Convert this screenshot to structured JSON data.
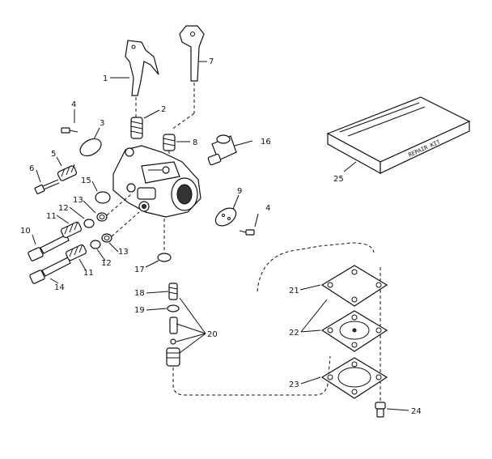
{
  "labels": {
    "p1": "1",
    "p2": "2",
    "p3": "3",
    "p4a": "4",
    "p4b": "4",
    "p5": "5",
    "p6": "6",
    "p7": "7",
    "p8": "8",
    "p9": "9",
    "p10": "10",
    "p11a": "11",
    "p11b": "11",
    "p12a": "12",
    "p12b": "12",
    "p13a": "13",
    "p13b": "13",
    "p14": "14",
    "p15": "15",
    "p16": "16",
    "p17": "17",
    "p18": "18",
    "p19": "19",
    "p20": "20",
    "p21": "21",
    "p22": "22",
    "p23": "23",
    "p24": "24",
    "p25": "25"
  },
  "kit_text": "REPAIR KIT"
}
